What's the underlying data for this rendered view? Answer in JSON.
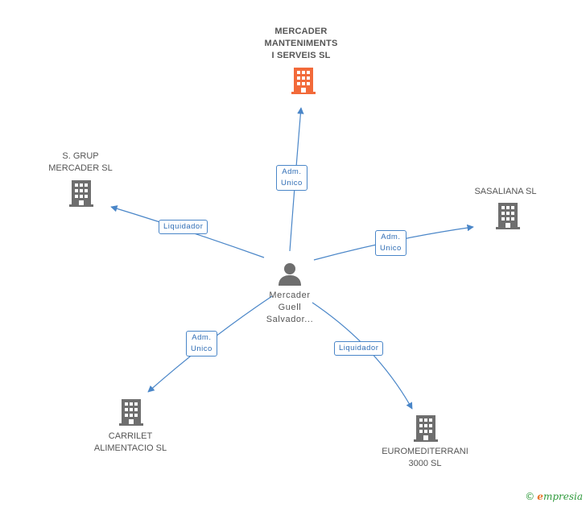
{
  "colors": {
    "edge": "#4a86c8",
    "company": "#6e6e6e",
    "focus_company": "#f26a3a",
    "person": "#6e6e6e"
  },
  "nodes": {
    "focus": {
      "lines": [
        "MERCADER",
        "MANTENIMENTS",
        "I SERVEIS  SL"
      ],
      "icon": "building-icon"
    },
    "grup": {
      "lines": [
        "S.  GRUP",
        "MERCADER SL"
      ],
      "icon": "building-icon"
    },
    "sasaliana": {
      "lines": [
        "SASALIANA SL"
      ],
      "icon": "building-icon"
    },
    "person": {
      "lines": [
        "Mercader",
        "Guell",
        "Salvador..."
      ],
      "icon": "person-icon"
    },
    "carrilet": {
      "lines": [
        "CARRILET",
        "ALIMENTACIO SL"
      ],
      "icon": "building-icon"
    },
    "euro": {
      "lines": [
        "EUROMEDITERRANI",
        "3000 SL"
      ],
      "icon": "building-icon"
    }
  },
  "edges": {
    "to_focus": {
      "lines": [
        "Adm.",
        "Unico"
      ]
    },
    "to_grup": {
      "lines": [
        "Liquidador"
      ]
    },
    "to_sasaliana": {
      "lines": [
        "Adm.",
        "Unico"
      ]
    },
    "to_carrilet": {
      "lines": [
        "Adm.",
        "Unico"
      ]
    },
    "to_euro": {
      "lines": [
        "Liquidador"
      ]
    }
  },
  "brand": {
    "copyright": "©",
    "initial": "e",
    "rest": "mpresia"
  }
}
